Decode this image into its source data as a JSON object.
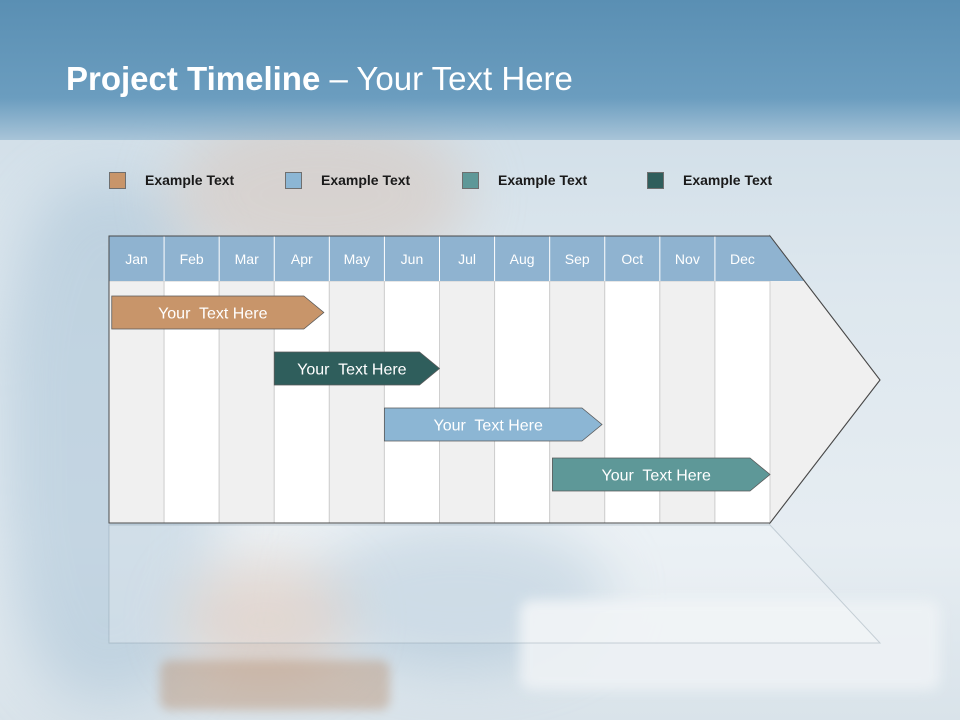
{
  "title": {
    "main": "Project Timeline",
    "separator": " – ",
    "sub": "Your Text Here"
  },
  "legend": [
    {
      "label": "Example Text",
      "color": "#c8956a"
    },
    {
      "label": "Example Text",
      "color": "#8cb6d4"
    },
    {
      "label": "Example Text",
      "color": "#5e9898"
    },
    {
      "label": "Example Text",
      "color": "#2f5e5c"
    }
  ],
  "months": [
    "Jan",
    "Feb",
    "Mar",
    "Apr",
    "May",
    "Jun",
    "Jul",
    "Aug",
    "Sep",
    "Oct",
    "Nov",
    "Dec"
  ],
  "tasks": [
    {
      "label": "Your  Text Here",
      "start": 0.05,
      "end": 3.9,
      "color": "#c8956a"
    },
    {
      "label": "Your  Text Here",
      "start": 3.0,
      "end": 6.0,
      "color": "#2f5e5c"
    },
    {
      "label": "Your  Text Here",
      "start": 5.0,
      "end": 8.95,
      "color": "#8cb6d4"
    },
    {
      "label": "Your  Text Here",
      "start": 8.05,
      "end": 12.0,
      "color": "#5e9898"
    }
  ],
  "colors": {
    "header_band": "#6b9dbf",
    "month_header": "#8fb3d0",
    "column_light": "#ffffff",
    "column_shade": "#f0f0f0"
  }
}
